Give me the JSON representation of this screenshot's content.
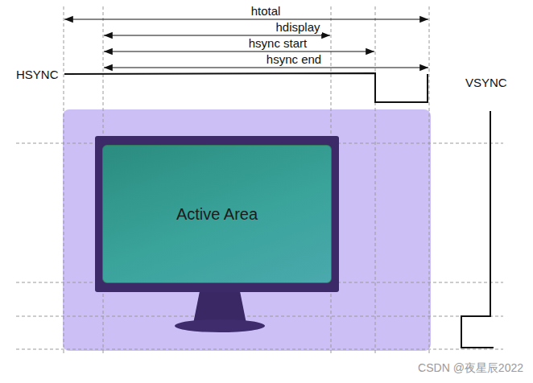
{
  "diagram": {
    "nodes": [
      {
        "text": [
          "Active Area"
        ]
      }
    ],
    "labels": [
      "htotal",
      "hdisplay",
      "hsync start",
      "hsync end",
      "HSYNC",
      "VSYNC",
      "CSDN @夜星辰2022"
    ]
  }
}
